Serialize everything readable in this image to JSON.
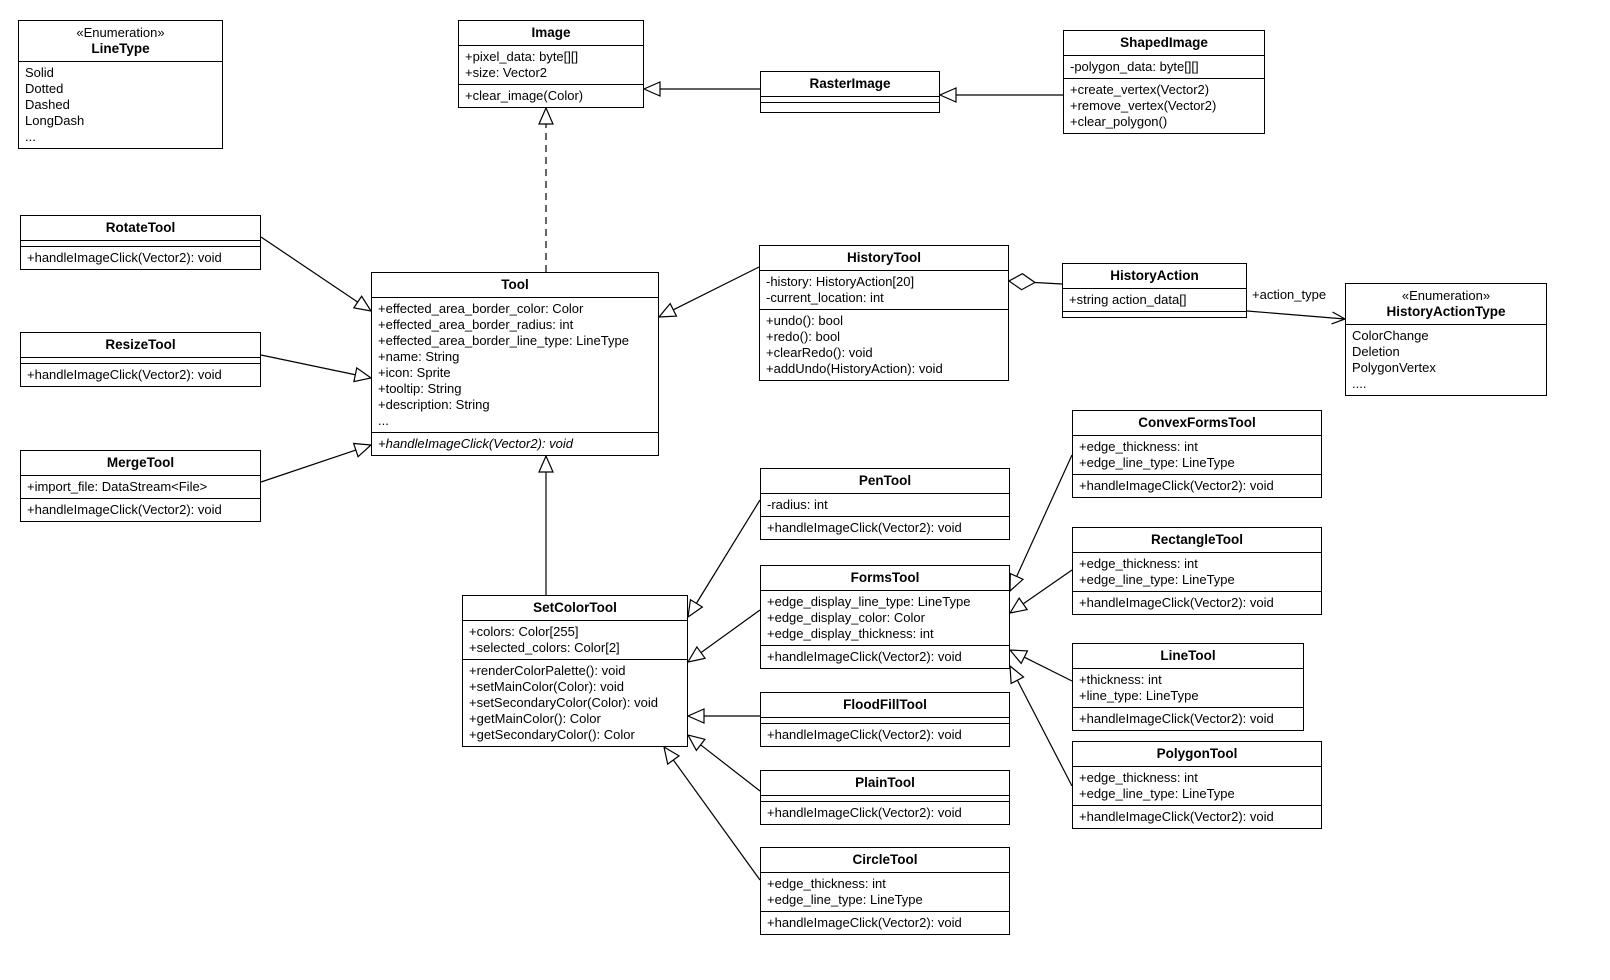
{
  "edge_labels": {
    "action_type": "+action_type"
  },
  "classes": {
    "linetype": {
      "stereotype": "«Enumeration»",
      "name": "LineType",
      "values": [
        "Solid",
        "Dotted",
        "Dashed",
        "LongDash",
        "..."
      ]
    },
    "image": {
      "name": "Image",
      "attributes": [
        "+pixel_data: byte[][]",
        "+size: Vector2"
      ],
      "methods": [
        "+clear_image(Color)"
      ]
    },
    "rasterimage": {
      "name": "RasterImage"
    },
    "shapedimage": {
      "name": "ShapedImage",
      "attributes": [
        "-polygon_data: byte[][]"
      ],
      "methods": [
        "+create_vertex(Vector2)",
        "+remove_vertex(Vector2)",
        "+clear_polygon()"
      ]
    },
    "rotatetool": {
      "name": "RotateTool",
      "methods": [
        "+handleImageClick(Vector2): void"
      ]
    },
    "resizetool": {
      "name": "ResizeTool",
      "methods": [
        "+handleImageClick(Vector2): void"
      ]
    },
    "mergetool": {
      "name": "MergeTool",
      "attributes": [
        "+import_file: DataStream<File>"
      ],
      "methods": [
        "+handleImageClick(Vector2): void"
      ]
    },
    "tool": {
      "name": "Tool",
      "attributes": [
        "+effected_area_border_color: Color",
        "+effected_area_border_radius: int",
        "+effected_area_border_line_type: LineType",
        "+name: String",
        "+icon: Sprite",
        "+tooltip: String",
        "+description: String",
        "..."
      ],
      "methods": [
        "+handleImageClick(Vector2): void"
      ]
    },
    "historytool": {
      "name": "HistoryTool",
      "attributes": [
        "-history: HistoryAction[20]",
        "-current_location: int"
      ],
      "methods": [
        "+undo(): bool",
        "+redo(): bool",
        "+clearRedo(): void",
        "+addUndo(HistoryAction): void"
      ]
    },
    "historyaction": {
      "name": "HistoryAction",
      "attributes": [
        "+string action_data[]"
      ]
    },
    "historyactiontype": {
      "stereotype": "«Enumeration»",
      "name": "HistoryActionType",
      "values": [
        "ColorChange",
        "Deletion",
        "PolygonVertex",
        "...."
      ]
    },
    "setcolortool": {
      "name": "SetColorTool",
      "attributes": [
        "+colors: Color[255]",
        "+selected_colors: Color[2]"
      ],
      "methods": [
        "+renderColorPalette(): void",
        "+setMainColor(Color): void",
        "+setSecondaryColor(Color): void",
        "+getMainColor(): Color",
        "+getSecondaryColor(): Color"
      ]
    },
    "pentool": {
      "name": "PenTool",
      "attributes": [
        "-radius: int"
      ],
      "methods": [
        "+handleImageClick(Vector2): void"
      ]
    },
    "formstool": {
      "name": "FormsTool",
      "attributes": [
        "+edge_display_line_type: LineType",
        "+edge_display_color: Color",
        "+edge_display_thickness: int"
      ],
      "methods": [
        "+handleImageClick(Vector2): void"
      ]
    },
    "floodfilltool": {
      "name": "FloodFillTool",
      "methods": [
        "+handleImageClick(Vector2): void"
      ]
    },
    "plaintool": {
      "name": "PlainTool",
      "methods": [
        "+handleImageClick(Vector2): void"
      ]
    },
    "circletool": {
      "name": "CircleTool",
      "attributes": [
        "+edge_thickness: int",
        "+edge_line_type: LineType"
      ],
      "methods": [
        "+handleImageClick(Vector2): void"
      ]
    },
    "convexformstool": {
      "name": "ConvexFormsTool",
      "attributes": [
        "+edge_thickness: int",
        "+edge_line_type: LineType"
      ],
      "methods": [
        "+handleImageClick(Vector2): void"
      ]
    },
    "rectangletool": {
      "name": "RectangleTool",
      "attributes": [
        "+edge_thickness: int",
        "+edge_line_type: LineType"
      ],
      "methods": [
        "+handleImageClick(Vector2): void"
      ]
    },
    "linetool": {
      "name": "LineTool",
      "attributes": [
        "+thickness: int",
        "+line_type: LineType"
      ],
      "methods": [
        "+handleImageClick(Vector2): void"
      ]
    },
    "polygontool": {
      "name": "PolygonTool",
      "attributes": [
        "+edge_thickness: int",
        "+edge_line_type: LineType"
      ],
      "methods": [
        "+handleImageClick(Vector2): void"
      ]
    }
  }
}
